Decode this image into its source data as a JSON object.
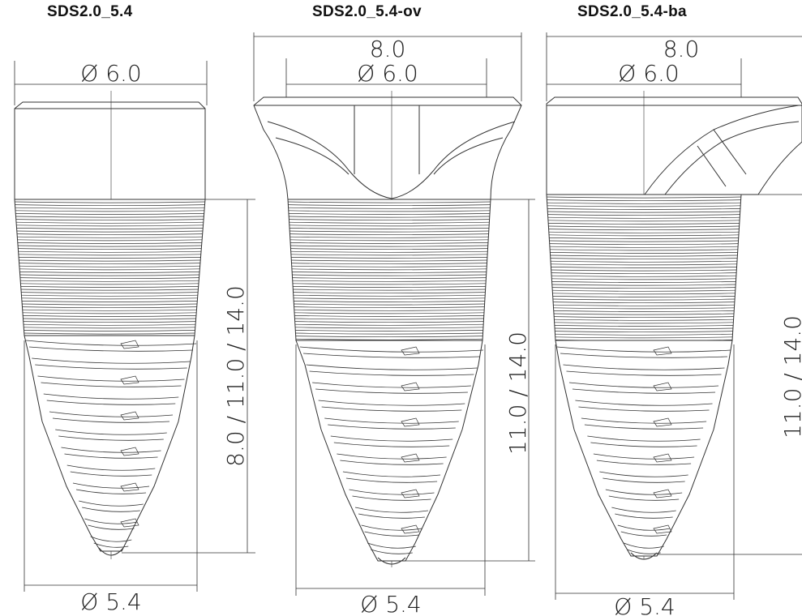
{
  "implants": [
    {
      "title": "SDS2.0_5.4",
      "head_diameter": "Ø 6.0",
      "tip_diameter": "Ø 5.4",
      "lengths": "8.0 / 11.0 / 14.0"
    },
    {
      "title": "SDS2.0_5.4-ov",
      "collar_width": "8.0",
      "head_diameter": "Ø 6.0",
      "tip_diameter": "Ø 5.4",
      "lengths": "11.0 / 14.0"
    },
    {
      "title": "SDS2.0_5.4-ba",
      "collar_width": "8.0",
      "head_diameter": "Ø 6.0",
      "tip_diameter": "Ø 5.4",
      "lengths": "11.0 / 14.0"
    }
  ]
}
